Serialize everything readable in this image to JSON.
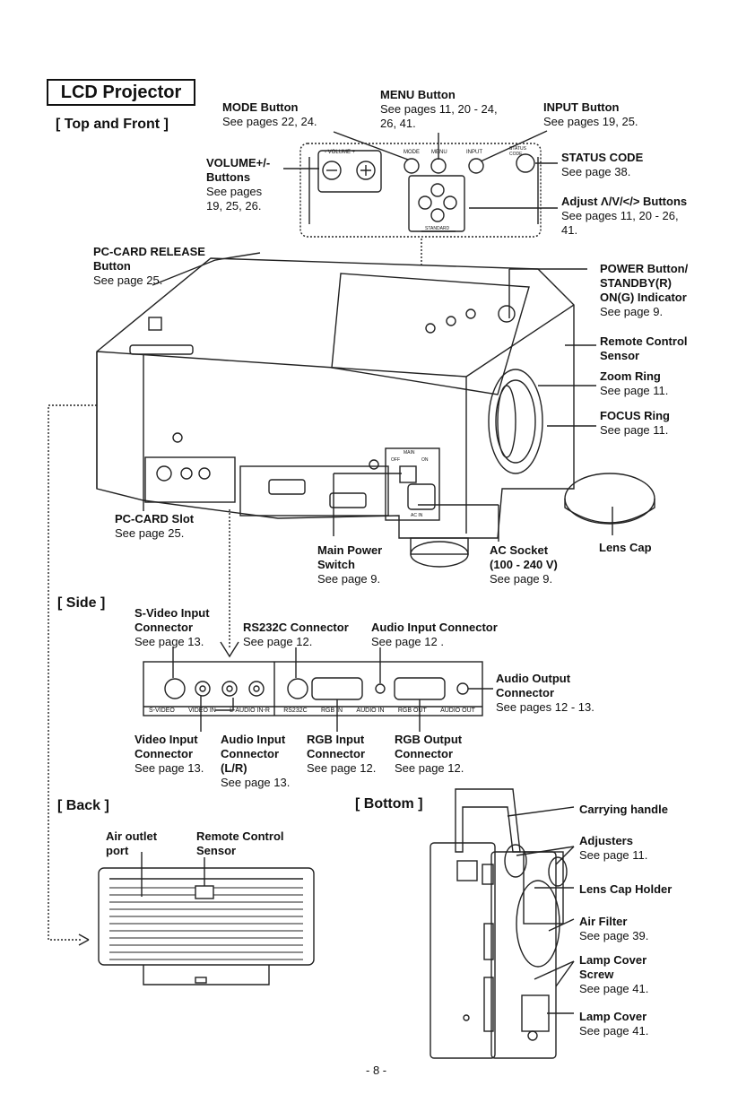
{
  "doc": {
    "title": "LCD Projector",
    "page_number": "- 8 -",
    "sections": {
      "top_front": "[ Top and Front ]",
      "side": "[ Side ]",
      "back": "[ Back ]",
      "bottom": "[ Bottom ]"
    }
  },
  "callouts": {
    "mode": {
      "name": "MODE Button",
      "ref": "See pages 22, 24."
    },
    "menu": {
      "name": "MENU Button",
      "ref1": "See pages 11, 20 - 24,",
      "ref2": "26, 41."
    },
    "input": {
      "name": "INPUT Button",
      "ref": "See pages 19, 25."
    },
    "volume": {
      "name1": "VOLUME+/-",
      "name2": "Buttons",
      "ref1": "See pages",
      "ref2": "19, 25, 26."
    },
    "status": {
      "name": "STATUS CODE",
      "ref": "See page 38."
    },
    "adjust": {
      "name": "Adjust Λ/V/</> Buttons",
      "ref1": "See pages 11, 20 - 26,",
      "ref2": "41."
    },
    "pccard_release": {
      "name1": "PC-CARD RELEASE",
      "name2": "Button",
      "ref": "See page 25."
    },
    "power": {
      "name1": "POWER Button/",
      "name2": "STANDBY(R)",
      "name3": "ON(G) Indicator",
      "ref": "See page 9."
    },
    "remote_front": {
      "name1": "Remote Control",
      "name2": "Sensor"
    },
    "zoom": {
      "name": "Zoom Ring",
      "ref": "See page 11."
    },
    "focus": {
      "name": "FOCUS Ring",
      "ref": "See page 11."
    },
    "pccard_slot": {
      "name": "PC-CARD Slot",
      "ref": "See page 25."
    },
    "main_power": {
      "name1": "Main Power",
      "name2": "Switch",
      "ref": "See page 9."
    },
    "ac_socket": {
      "name1": "AC Socket",
      "name2": "(100 - 240 V)",
      "ref": "See page 9."
    },
    "lens_cap": {
      "name": "Lens Cap"
    },
    "svideo": {
      "name1": "S-Video Input",
      "name2": "Connector",
      "ref": "See page 13."
    },
    "rs232c": {
      "name": "RS232C Connector",
      "ref": "See page 12."
    },
    "audio_in_top": {
      "name": "Audio Input Connector",
      "ref": "See page 12 ."
    },
    "audio_out": {
      "name1": "Audio Output",
      "name2": "Connector",
      "ref": "See pages 12 - 13."
    },
    "video_in": {
      "name1": "Video Input",
      "name2": "Connector",
      "ref": "See page 13."
    },
    "audio_in_lr": {
      "name1": "Audio Input",
      "name2": "Connector",
      "name3": "(L/R)",
      "ref": "See page 13."
    },
    "rgb_in": {
      "name1": "RGB Input",
      "name2": "Connector",
      "ref": "See page 12."
    },
    "rgb_out": {
      "name1": "RGB Output",
      "name2": "Connector",
      "ref": "See page 12."
    },
    "air_outlet": {
      "name1": "Air outlet",
      "name2": "port"
    },
    "remote_back": {
      "name1": "Remote Control",
      "name2": "Sensor"
    },
    "handle": {
      "name": "Carrying handle"
    },
    "adjusters": {
      "name": "Adjusters",
      "ref": "See page 11."
    },
    "lenscap_holder": {
      "name": "Lens Cap Holder"
    },
    "air_filter": {
      "name": "Air Filter",
      "ref": "See page 39."
    },
    "lamp_screw": {
      "name1": "Lamp Cover",
      "name2": "Screw",
      "ref": "See page 41."
    },
    "lamp_cover": {
      "name": "Lamp Cover",
      "ref": "See page 41."
    }
  },
  "panel_labels": {
    "top": {
      "volume": "- VOLUME +",
      "mode": "MODE",
      "menu": "MENU",
      "input": "INPUT",
      "status": "STATUS CODE",
      "standard": "STANDARD"
    },
    "side": [
      "S-VIDEO",
      "VIDEO IN",
      "L-AUDIO IN-R",
      "RS232C",
      "RGB IN",
      "AUDIO IN",
      "RGB OUT",
      "AUDIO OUT"
    ],
    "main_switch": {
      "main": "MAIN",
      "off": "OFF",
      "on": "ON",
      "ac_in": "AC IN"
    }
  }
}
